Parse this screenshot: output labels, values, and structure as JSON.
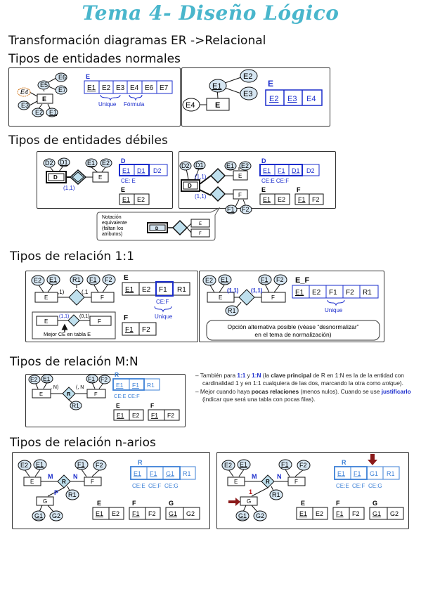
{
  "title": "Tema 4- Diseño Lógico",
  "heading_transform": "Transformación diagramas ER ->Relacional",
  "sections": {
    "normales": "Tipos de entidades normales",
    "debiles": "Tipos de entidades débiles",
    "rel11": "Tipos de relación 1:1",
    "relMN": "Tipos de relación M:N",
    "narios": "Tipos de relación n-arios"
  },
  "labels": {
    "unique": "Unique",
    "unique_cap": "Unique",
    "formula": "Fórmula",
    "ce_e": "CE: E",
    "ce_e_ce_f": "CE:E CE:F",
    "ce_f": "CE:F",
    "ce_e_sp": "CE:E",
    "ce_f_sp": "CE:F",
    "ce_g": "CE:G",
    "card_11": "(1,1)",
    "card_01": "(0,1)",
    "card_1c": ",1)",
    "card_1o": "(,1",
    "card_n": ", N)",
    "card_no": "(, N",
    "mejor_ce": "Mejor CE en tabla E",
    "alt_opt": "Opción alternativa posible (véase “desnormalizar”",
    "alt_opt2": "en el tema de normalización)",
    "notacion1": "Notación",
    "notacion2": "equivalente",
    "notacion3": "(faltan los",
    "notacion4": "atributos)",
    "M": "M",
    "N": "N",
    "P": "P",
    "one": "1",
    "E_F": "E_F"
  },
  "notes": {
    "n1_a": "También para ",
    "n1_b": "1:1",
    "n1_c": " y ",
    "n1_d": "1:N",
    "n1_e": " (la ",
    "n1_f": "clave principal",
    "n1_g": " de R en 1:N es la de la entidad con cardinalidad 1 y en 1:1 cualquiera de las dos, marcando la otra como ",
    "n1_h": "unique",
    "n1_i": ").",
    "n2_a": "Mejor cuando haya ",
    "n2_b": "pocas relaciones",
    "n2_c": " (menos nulos). Cuando se use ",
    "n2_d": "justificarlo",
    "n2_e": " (indicar que será una tabla con pocas filas)."
  }
}
